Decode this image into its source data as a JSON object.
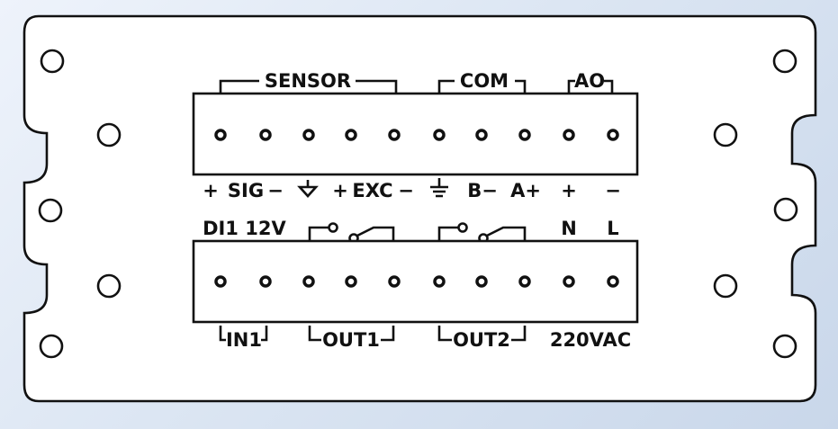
{
  "top_block": {
    "group_labels": {
      "sensor": "SENSOR",
      "com": "COM",
      "ao": "AO"
    },
    "pin_labels": [
      "+",
      "SIG",
      "−",
      "+",
      "EXC",
      "−",
      "B−",
      "A+",
      "+",
      "−"
    ],
    "symbols": [
      "signal-ground-icon",
      "earth-ground-icon"
    ]
  },
  "bottom_block": {
    "top_labels": {
      "di1": "DI1",
      "v12": "12V",
      "n": "N",
      "l": "L"
    },
    "bottom_labels": {
      "in1": "IN1",
      "out1": "OUT1",
      "out2": "OUT2",
      "vac": "220VAC"
    },
    "symbols": [
      "relay-switch-icon",
      "relay-switch-icon"
    ]
  },
  "screws_per_block": 10
}
